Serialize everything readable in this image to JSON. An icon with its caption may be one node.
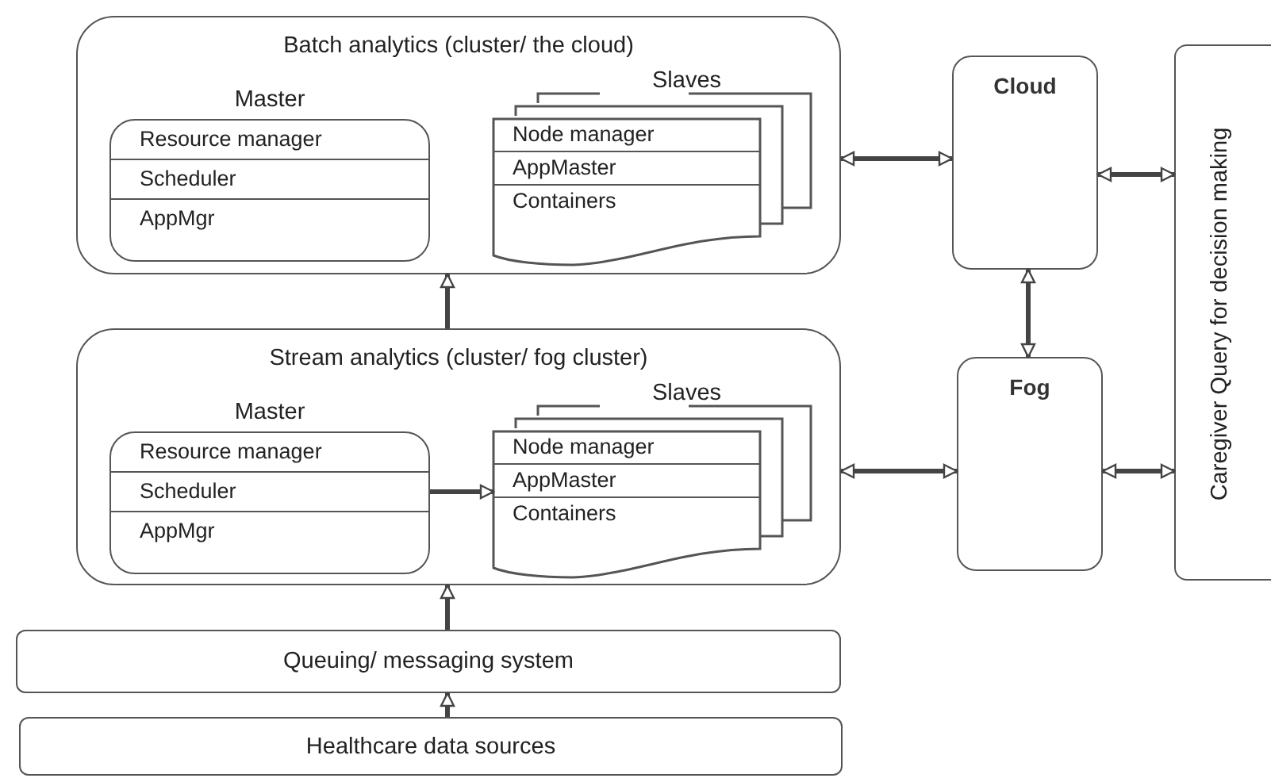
{
  "diagram": {
    "nodes": [
      {
        "text": [
          "Batch analytics (cluster/ the cloud)"
        ]
      },
      {
        "text": [
          "Master",
          "Resource manager",
          "Scheduler",
          "AppMgr"
        ],
        "in": 0
      },
      {
        "text": [
          "Slaves",
          "Node manager",
          "AppMaster",
          "Containers"
        ],
        "in": 0
      },
      {
        "text": [
          "Cloud"
        ]
      },
      {
        "text": [
          "Caregiver Query for decision making"
        ]
      },
      {
        "text": [
          "Stream analytics (cluster/ fog cluster)"
        ]
      },
      {
        "text": [
          "Master",
          "Resource manager",
          "Scheduler",
          "AppMgr"
        ],
        "in": 5
      },
      {
        "text": [
          "Slaves",
          "Node manager",
          "AppMaster",
          "Containers"
        ],
        "in": 5
      },
      {
        "text": [
          "Fog"
        ]
      },
      {
        "text": [
          "Queuing/ messaging system"
        ]
      },
      {
        "text": [
          "Healthcare data sources"
        ]
      }
    ],
    "edges": [
      {
        "from": 0,
        "to": 3,
        "arrow": "both"
      },
      {
        "from": 3,
        "to": 4,
        "arrow": "both"
      },
      {
        "from": 5,
        "to": 0,
        "arrow": "to"
      },
      {
        "from": 3,
        "to": 8,
        "arrow": "both"
      },
      {
        "from": 6,
        "to": 7,
        "arrow": "to"
      },
      {
        "from": 5,
        "to": 8,
        "arrow": "both"
      },
      {
        "from": 8,
        "to": 4,
        "arrow": "both"
      },
      {
        "from": 9,
        "to": 5,
        "arrow": "to"
      },
      {
        "from": 10,
        "to": 9,
        "arrow": "to"
      }
    ]
  }
}
